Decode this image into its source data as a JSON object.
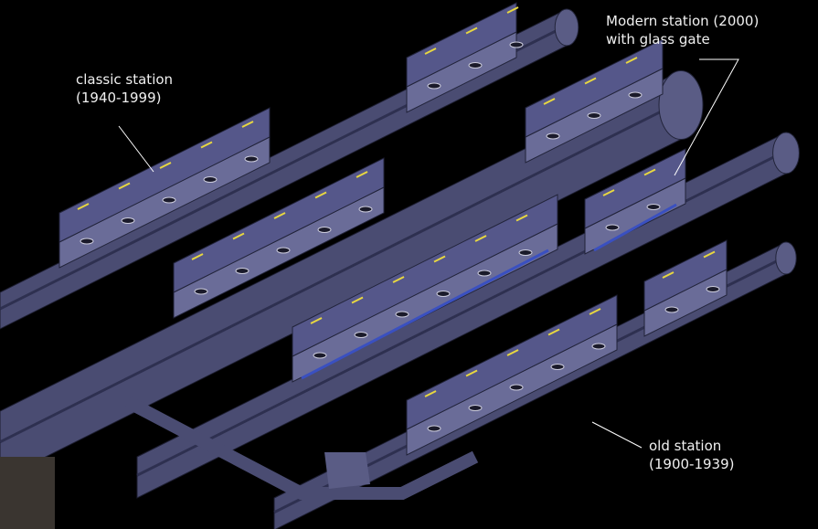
{
  "annotations": {
    "classic": {
      "line1": "classic station",
      "line2": "(1940-1999)"
    },
    "modern": {
      "line1": "Modern station (2000)",
      "line2": "with glass gate"
    },
    "old": {
      "line1": "old station (1900-1939)",
      "line2": ""
    }
  },
  "colors": {
    "background": "#000000",
    "tunnel": "#4a4c72",
    "tunnel_dark": "#2e3050",
    "platform": "#6a6c98",
    "light": "#e8d840",
    "glass": "#3a50c0",
    "text": "#f0f0f0"
  }
}
